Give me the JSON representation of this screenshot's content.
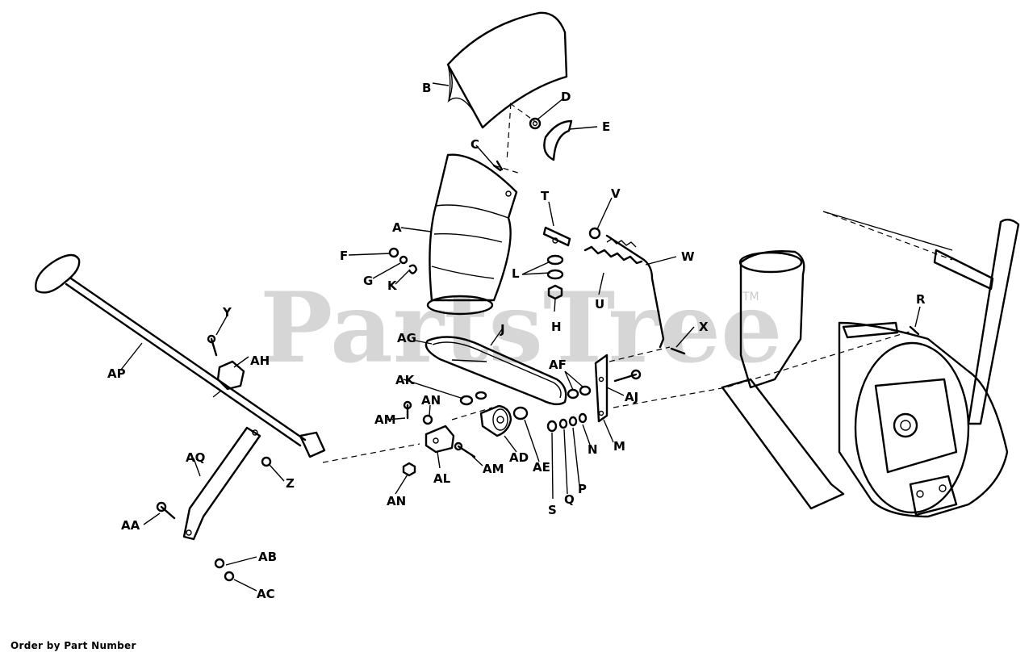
{
  "watermark": {
    "text": "PartsTree",
    "tm": "TM"
  },
  "footer": {
    "text": "Order by Part Number"
  },
  "labels": {
    "A": "A",
    "B": "B",
    "C": "C",
    "D": "D",
    "E": "E",
    "F": "F",
    "G": "G",
    "H": "H",
    "J": "J",
    "K": "K",
    "L": "L",
    "M": "M",
    "N": "N",
    "P": "P",
    "Q": "Q",
    "R": "R",
    "S": "S",
    "T": "T",
    "U": "U",
    "V": "V",
    "W": "W",
    "X": "X",
    "Y": "Y",
    "Z": "Z",
    "AA": "AA",
    "AB": "AB",
    "AC": "AC",
    "AD": "AD",
    "AE": "AE",
    "AF": "AF",
    "AG": "AG",
    "AH": "AH",
    "AJ": "AJ",
    "AK": "AK",
    "AL": "AL",
    "AM": "AM",
    "AN": "AN",
    "AP": "AP",
    "AQ": "AQ"
  }
}
